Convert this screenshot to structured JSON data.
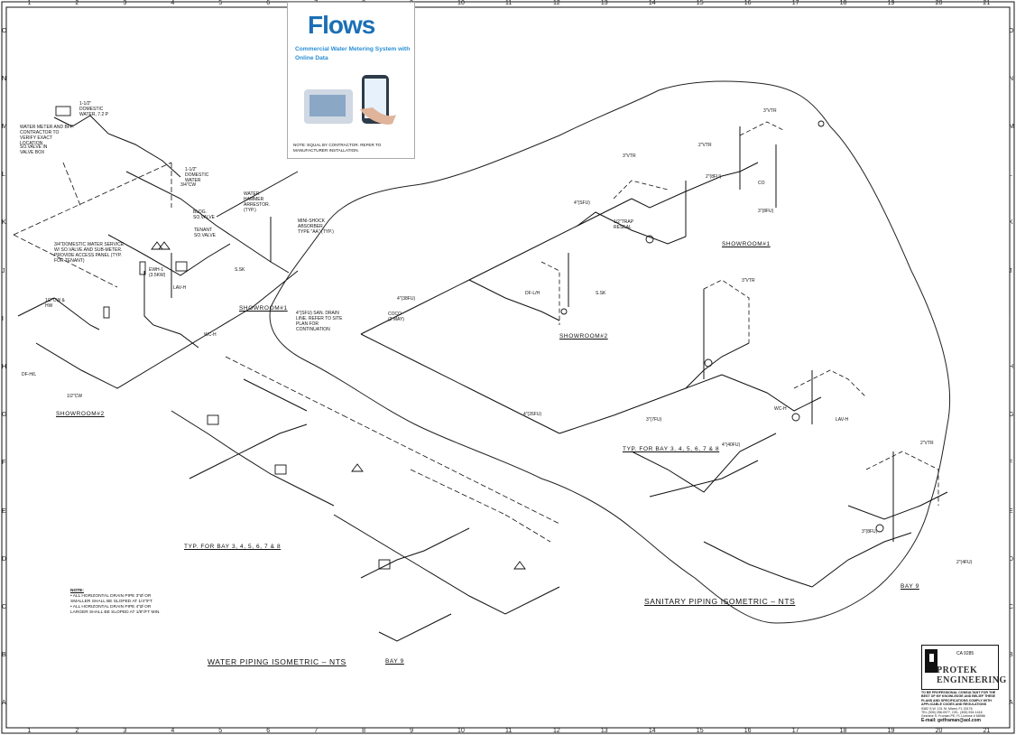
{
  "grid": {
    "columns": [
      "1",
      "2",
      "3",
      "4",
      "5",
      "6",
      "7",
      "8",
      "9",
      "10",
      "11",
      "12",
      "13",
      "14",
      "15",
      "16",
      "17",
      "18",
      "19",
      "20",
      "21"
    ],
    "rows": [
      "O",
      "N",
      "M",
      "L",
      "K",
      "J",
      "I",
      "H",
      "G",
      "F",
      "E",
      "D",
      "C",
      "B",
      "A"
    ]
  },
  "ad": {
    "brand": "Flows",
    "tagline": "Commercial Water Metering System with Online Data",
    "note_title": "WATER METER NOTE:",
    "note_text": "NOTE: EQUAL BY CONTRACTOR. REFER TO MANUFACTURER INSTALLATION."
  },
  "titles": {
    "water": "WATER PIPING ISOMETRIC – NTS",
    "sanitary": "SANITARY PIPING ISOMETRIC – NTS",
    "showroom1_water": "SHOWROOM#1",
    "showroom2_water": "SHOWROOM#2",
    "typ_water": "TYP. FOR BAY 3, 4, 5, 6, 7 & 8",
    "bay9_water": "BAY 9",
    "showroom1_san": "SHOWROOM#1",
    "showroom2_san": "SHOWROOM#2",
    "typ_san": "TYP. FOR BAY 3, 4, 5, 6, 7 & 8",
    "bay9_san": "BAY 9"
  },
  "water_labels": [
    "1-1/2\" DOMESTIC WATER, 7.2 P",
    "WATER METER AND BFP. CONTRACTOR TO VERIFY EXACT LOCATION",
    "SO.VALVE IN VALVE BOX",
    "1-1/2\" DOMESTIC WATER",
    "3/4\"CW",
    "BLDG. SO.VALVE",
    "WATER HAMMER ARRESTOR. (TYP.)",
    "MINI-SHOCK ABSORBER TYPE \"AA\" (TYP.)",
    "3/4\"DOMESTIC WATER SERVICE W/ SO.VALVE AND SUB-METER. PROVIDE ACCESS PANEL (TYP. FOR TENANT)",
    "TENANT SO.VALVE",
    "EWH-1 (3.5KW)",
    "1/2\"CW & HW",
    "LAV-H",
    "WC-H",
    "DF-H/L",
    "S.SK",
    "1/2\"CW"
  ],
  "sanitary_labels": [
    "3\"VTR",
    "2\"VTR",
    "3\"VTR",
    "3\"VTR",
    "2\"VTR",
    "4\"(SFU)",
    "4\"(38FU)",
    "2\"(8FU)",
    "3\"(7FU)",
    "3\"(8FU)",
    "1/2\"TRAP RESEAL",
    "CO",
    "WC-H",
    "LAV-H",
    "DF-L/H",
    "S.SK",
    "4\"(SFU) SAN. DRAIN LINE. REFER TO SITE PLAN FOR CONTINUATION",
    "COCO (2 MAY)",
    "4\"(40FU)",
    "4\"(26FU)",
    "3\"(8FU)",
    "2\"(4FU)"
  ],
  "note": {
    "title": "NOTE:",
    "line1": "• ALL HORIZONTAL DRAIN PIPE 3\"Ø OR SMALLER SHALL BE SLOPED AT 1/4\"/FT",
    "line2": "• ALL HORIZONTAL DRAIN PIPE 4\"Ø OR LARGER SHALL BE SLOPED AT 1/8\"/FT MIN."
  },
  "stamp": {
    "ca": "CA 9285",
    "firm1": "PROTEK",
    "firm2": "ENGINEERING",
    "lines": [
      "TO BE PROFESSIONAL CONSULTANT FOR THE BEST OF MY KNOWLEDGE AND BELIEF THESE PLANS AND SPECIFICATIONS COMPLY WITH APPLICABLE CODES AND REGULATIONS",
      "9382 S.W. 131 St. Miami, FL 33176",
      "TEL (305) 256-0977, CEL. (305) 934-1416",
      "Geshere S. Froman PE, FL License # 68986",
      "E-mail: getframan@aol.com"
    ]
  },
  "colors": {
    "line": "#111111",
    "cloud": "#222222",
    "accent": "#1c6fb5"
  }
}
